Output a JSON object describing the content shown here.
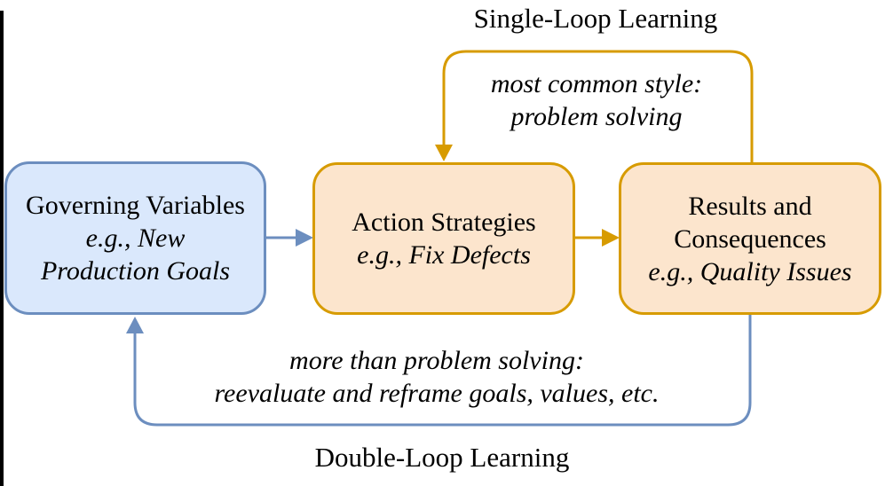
{
  "colors": {
    "gold": "#D79B00",
    "blue": "#6C8EBF",
    "fill_orange": "#FCE5CD",
    "fill_blue": "#DAE8FC",
    "text": "#000000"
  },
  "single_loop": {
    "label": "Single-Loop Learning",
    "note_line1": "most common style:",
    "note_line2": "problem solving"
  },
  "double_loop": {
    "label": "Double-Loop Learning",
    "note_line1": "more than problem solving:",
    "note_line2": "reevaluate and reframe goals, values, etc."
  },
  "boxes": {
    "governing": {
      "title": "Governing Variables",
      "example_line1": "e.g., New",
      "example_line2": "Production Goals"
    },
    "action": {
      "title": "Action Strategies",
      "example": "e.g., Fix Defects"
    },
    "results": {
      "title_line1": "Results and",
      "title_line2": "Consequences",
      "example": "e.g., Quality Issues"
    }
  }
}
